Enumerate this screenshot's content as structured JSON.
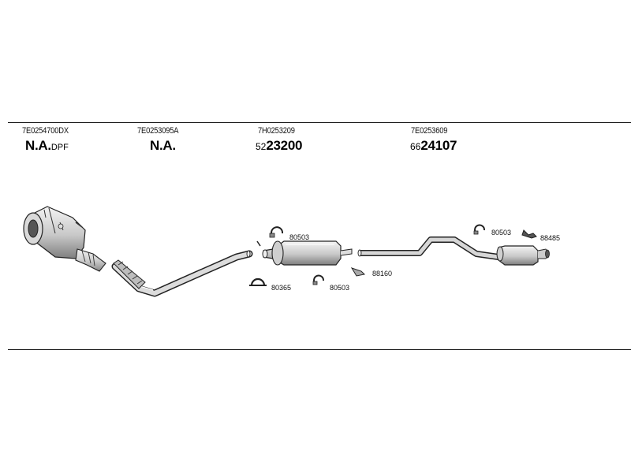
{
  "parts": [
    {
      "part_number": "7E0254700DX",
      "code_main": "N.A.",
      "code_prefix": "",
      "code_suffix": "DPF"
    },
    {
      "part_number": "7E0253095A",
      "code_main": "N.A.",
      "code_prefix": "",
      "code_suffix": ""
    },
    {
      "part_number": "7H0253209",
      "code_main": "23200",
      "code_prefix": "52",
      "code_suffix": ""
    },
    {
      "part_number": "7E0253609",
      "code_main": "24107",
      "code_prefix": "66",
      "code_suffix": ""
    }
  ],
  "fittings": {
    "clamp_front_mid": "80503",
    "clamp_lower_a": "80365",
    "clamp_lower_b": "80503",
    "bracket_mid": "88160",
    "clamp_rear": "80503",
    "hanger_rear": "88485"
  }
}
